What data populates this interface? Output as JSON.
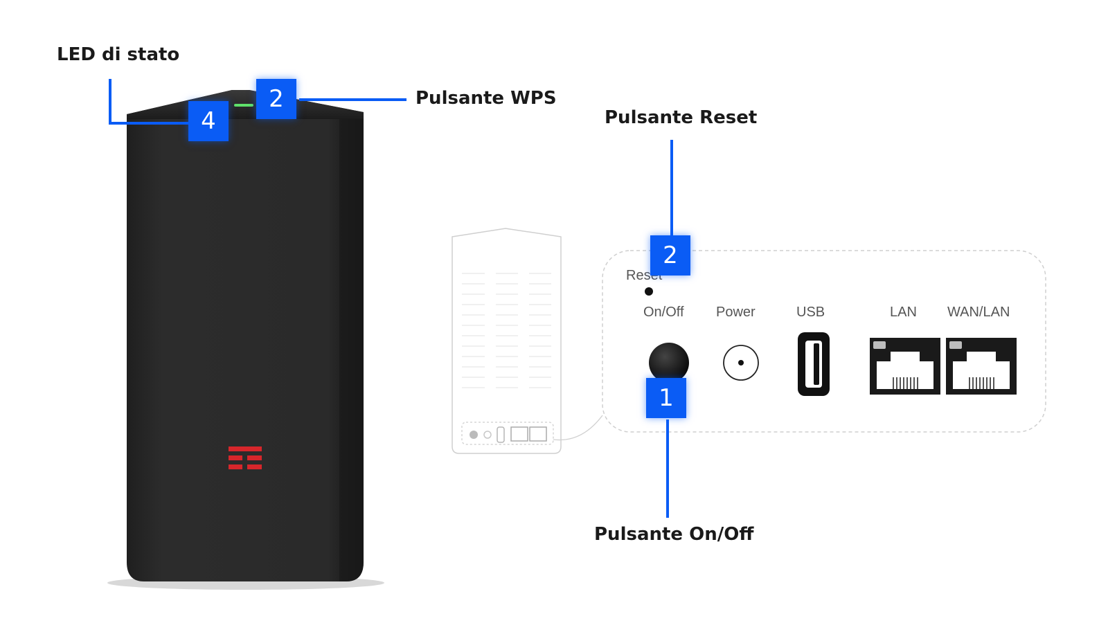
{
  "callouts": {
    "led_label": "LED di stato",
    "wps_label": "Pulsante WPS",
    "reset_label": "Pulsante Reset",
    "onoff_label": "Pulsante On/Off"
  },
  "badges": {
    "led": "4",
    "wps": "2",
    "reset": "2",
    "onoff": "1"
  },
  "panel": {
    "reset": "Reset",
    "onoff": "On/Off",
    "power": "Power",
    "usb": "USB",
    "lan": "LAN",
    "wanlan": "WAN/LAN"
  },
  "colors": {
    "accent": "#0a5cf5",
    "router_body": "#2a2a2a",
    "logo_red": "#d7262b",
    "led_green": "#5fe06a"
  }
}
